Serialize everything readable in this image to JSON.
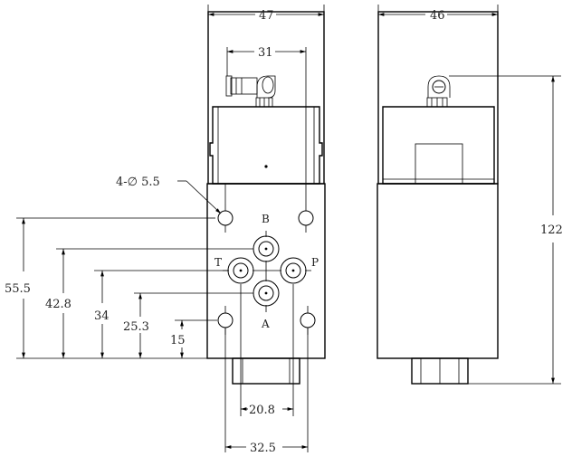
{
  "dimensions": {
    "front_width": "47",
    "side_width": "46",
    "fitting_spacing": "31",
    "hole_callout": "4-∅ 5.5",
    "height_total": "122",
    "h_55_5": "55.5",
    "h_42_8": "42.8",
    "h_34": "34",
    "h_25_3": "25.3",
    "h_15": "15",
    "w_20_8": "20.8",
    "w_32_5": "32.5"
  },
  "ports": {
    "b": "B",
    "t": "T",
    "p": "P",
    "a": "A"
  }
}
